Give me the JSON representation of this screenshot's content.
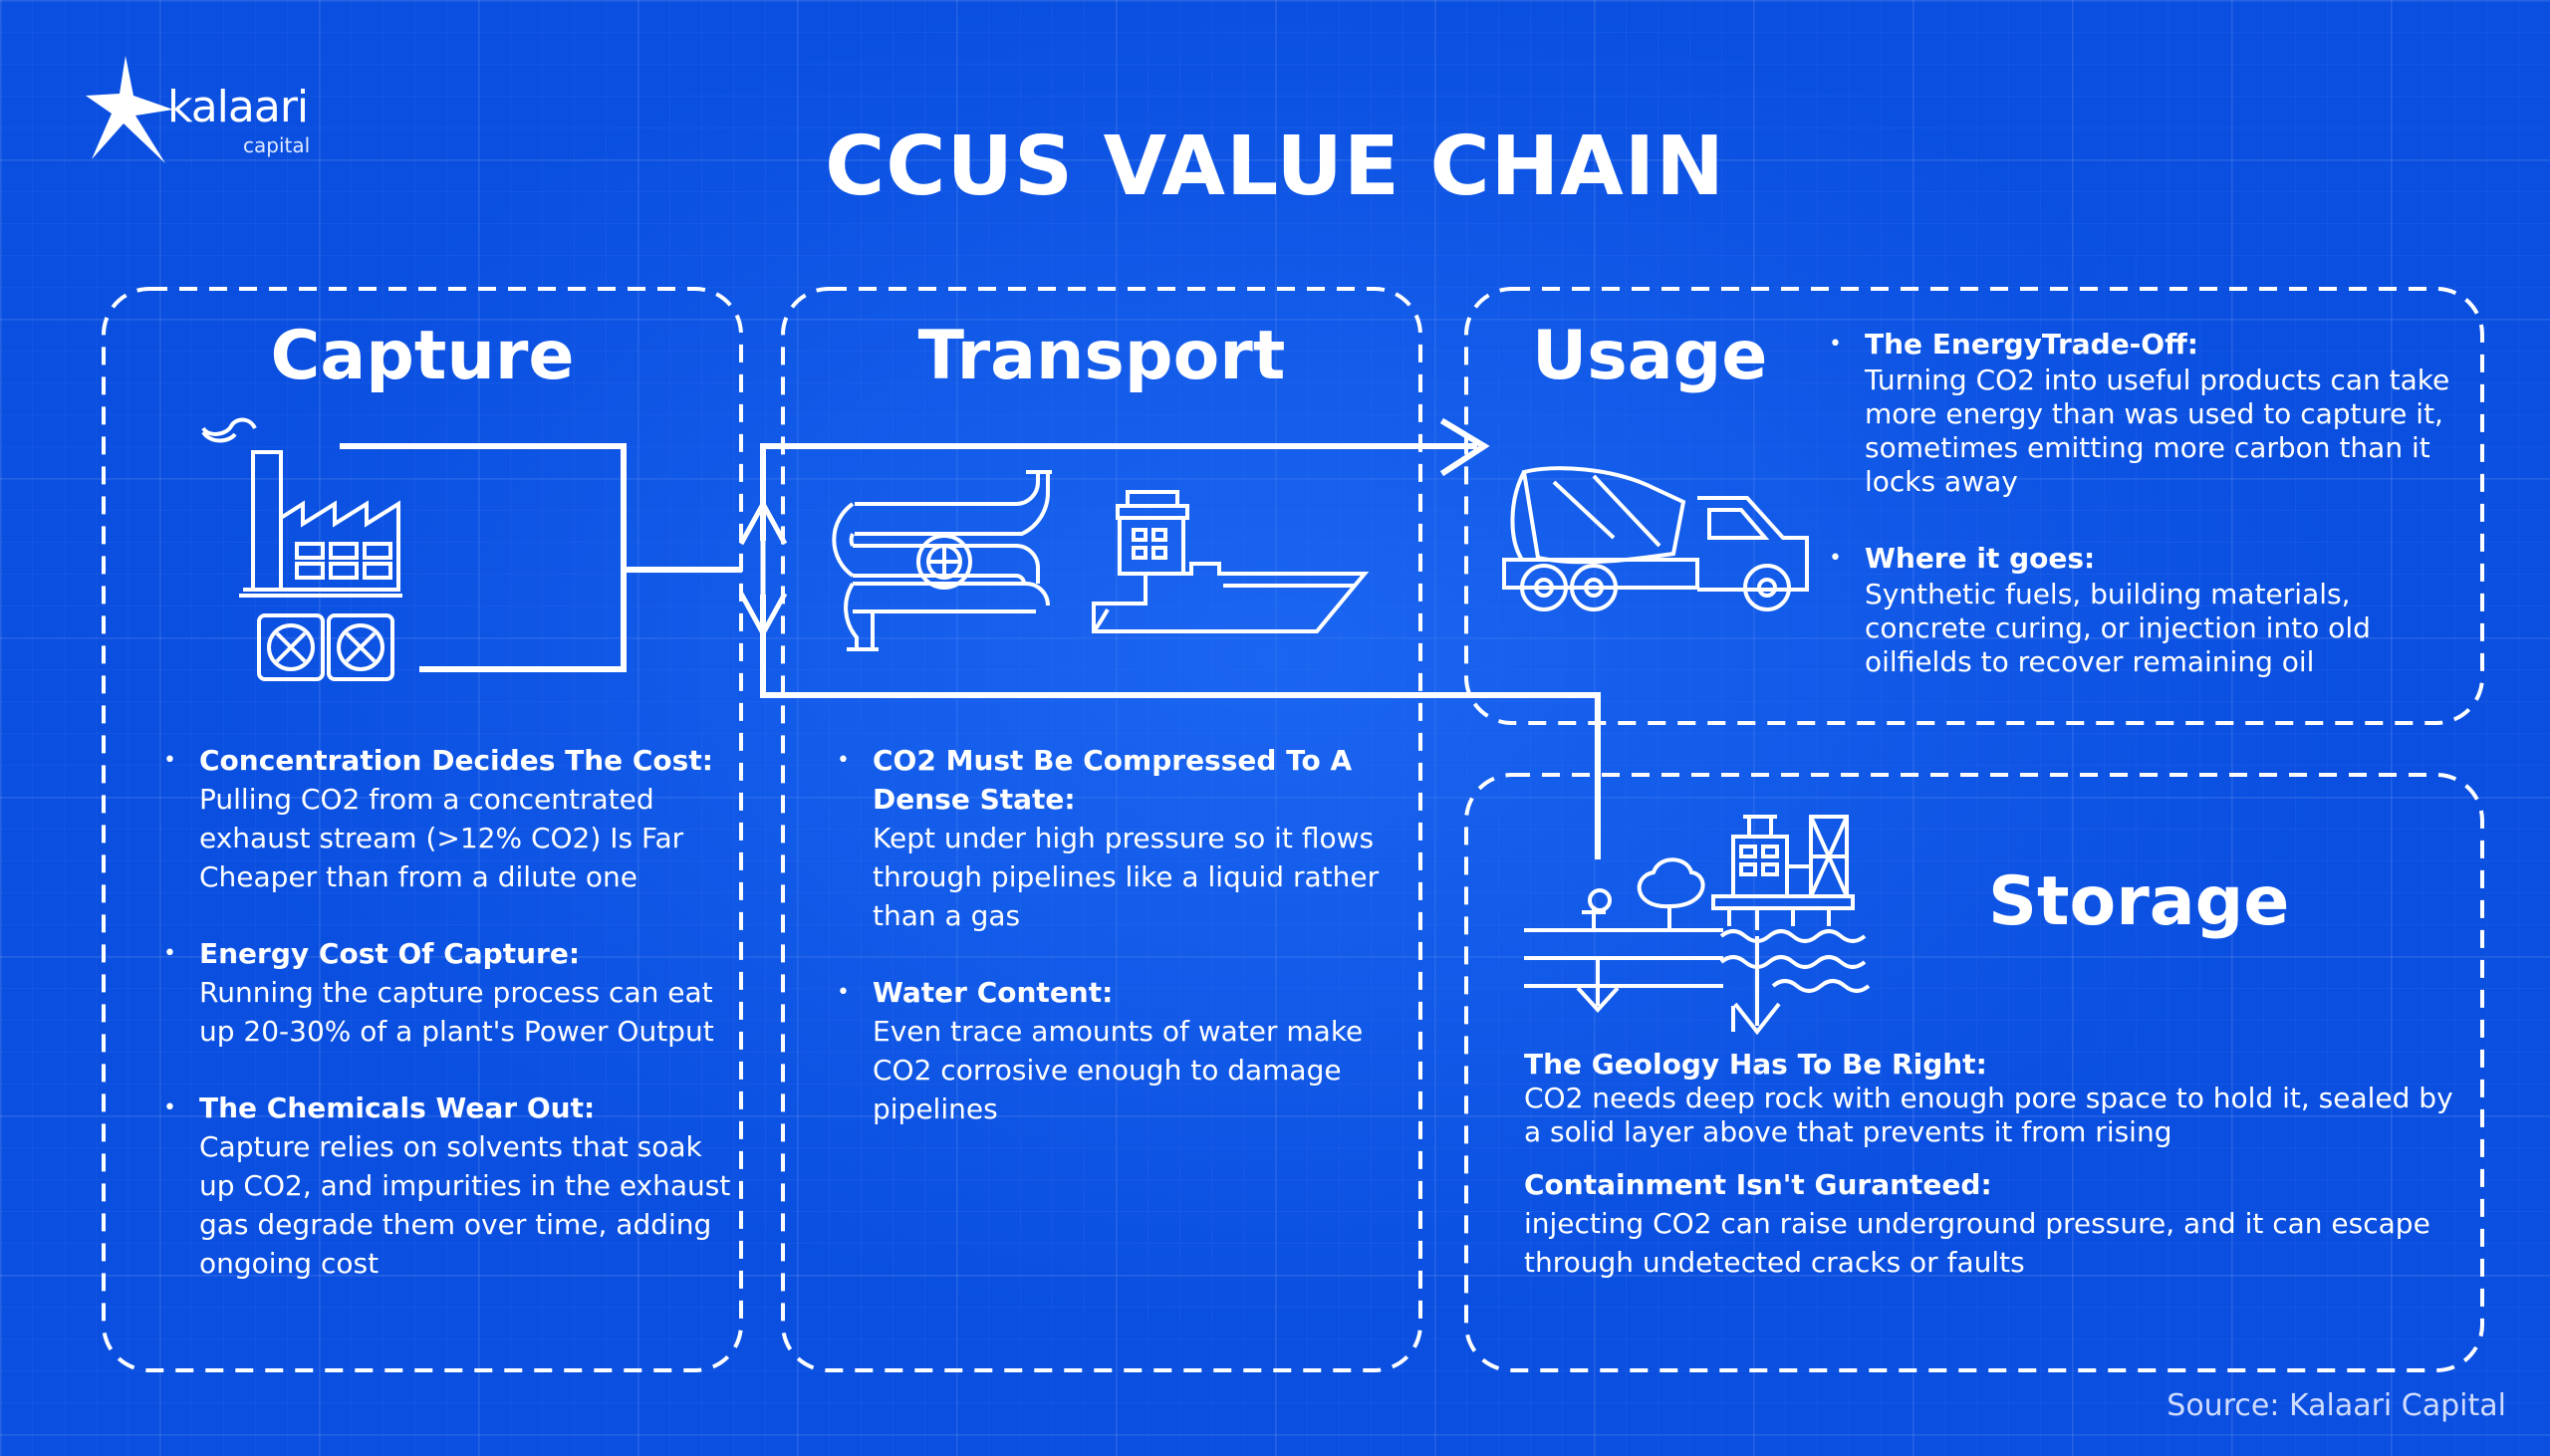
{
  "brand": {
    "name": "kalaari",
    "sub": "capital"
  },
  "title": "CCUS VALUE CHAIN",
  "stages": {
    "capture": {
      "title": "Capture",
      "points": [
        {
          "heading": "Concentration Decides The Cost:",
          "text": "Pulling CO2 from a concentrated exhaust stream (>12% CO2) Is Far Cheaper than from a dilute one"
        },
        {
          "heading": "Energy Cost Of Capture:",
          "text": "Running the capture process can eat up 20-30% of a plant's Power Output"
        },
        {
          "heading": "The Chemicals Wear Out:",
          "text": "Capture relies on solvents that soak up CO2, and impurities in the exhaust gas degrade them over time, adding ongoing cost"
        }
      ]
    },
    "transport": {
      "title": "Transport",
      "points": [
        {
          "heading": "CO2 Must Be Compressed To A Dense State:",
          "text": "Kept under high pressure so it flows through pipelines like a liquid rather than a gas"
        },
        {
          "heading": "Water Content:",
          "text": "Even trace amounts of water make CO2 corrosive enough to damage pipelines"
        }
      ]
    },
    "usage": {
      "title": "Usage",
      "points": [
        {
          "heading": "The EnergyTrade-Off:",
          "text": "Turning CO2 into useful products can take more energy than was used to capture it, sometimes emitting more carbon than it locks away"
        },
        {
          "heading": "Where it goes:",
          "text": "Synthetic fuels, building materials, concrete curing, or injection into old oilfields to recover remaining oil"
        }
      ]
    },
    "storage": {
      "title": "Storage",
      "points": [
        {
          "heading": "The Geology Has To Be Right:",
          "text": "CO2 needs deep rock with enough pore space to hold it, sealed by a solid layer above that prevents it from rising"
        },
        {
          "heading": "Containment Isn't Guranteed:",
          "text": "injecting CO2 can raise underground pressure, and it can escape through undetected cracks or faults"
        }
      ]
    }
  },
  "source": "Source: Kalaari Capital"
}
